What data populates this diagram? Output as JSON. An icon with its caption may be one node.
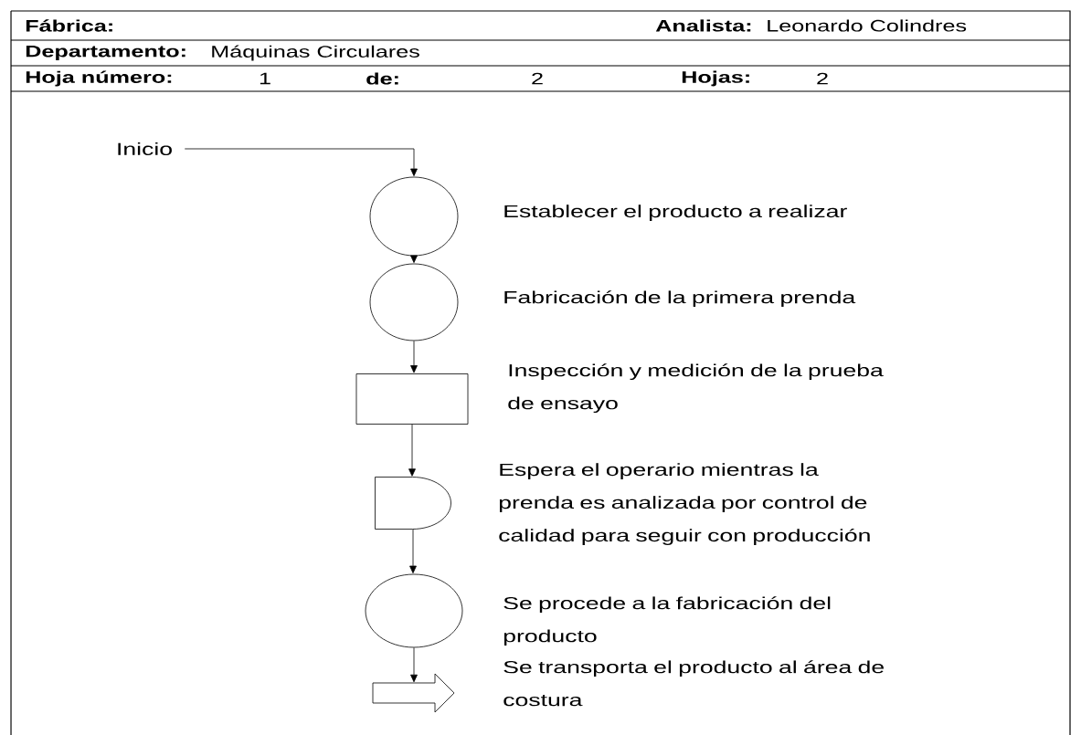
{
  "diagram": {
    "nodes": [
      {
        "text": [
          "Inicio"
        ]
      },
      {
        "text": [],
        "shape": "circle",
        "beside": [
          "Establecer el producto a realizar"
        ]
      },
      {
        "text": [],
        "shape": "circle",
        "beside": [
          "Fabricación de la primera prenda"
        ]
      },
      {
        "text": [],
        "shape": "box",
        "beside": [
          "Inspección y medición de la prueba de ensayo"
        ]
      },
      {
        "text": [],
        "shape": "delay",
        "beside": [
          "Espera el operario mientras la prenda es analizada por control de calidad para seguir con producción"
        ]
      },
      {
        "text": [],
        "shape": "circle",
        "beside": [
          "Se procede a la fabricación del producto"
        ]
      },
      {
        "text": [],
        "shape": "arrow",
        "beside": [
          "Se transporta el producto al área de costura"
        ]
      }
    ],
    "edges": [
      {
        "from": 0,
        "to": 1,
        "arrow": "to"
      },
      {
        "from": 1,
        "to": 2,
        "arrow": "to"
      },
      {
        "from": 2,
        "to": 3,
        "arrow": "to"
      },
      {
        "from": 3,
        "to": 4,
        "arrow": "to"
      },
      {
        "from": 4,
        "to": 5,
        "arrow": "to"
      },
      {
        "from": 5,
        "to": 6,
        "arrow": "to"
      }
    ],
    "labels": [
      "Fábrica:",
      "Analista:",
      "Leonardo Colindres",
      "Departamento:",
      "Máquinas Circulares",
      "Hoja número:",
      "1",
      "de:",
      "2",
      "Hojas:",
      "2"
    ]
  }
}
